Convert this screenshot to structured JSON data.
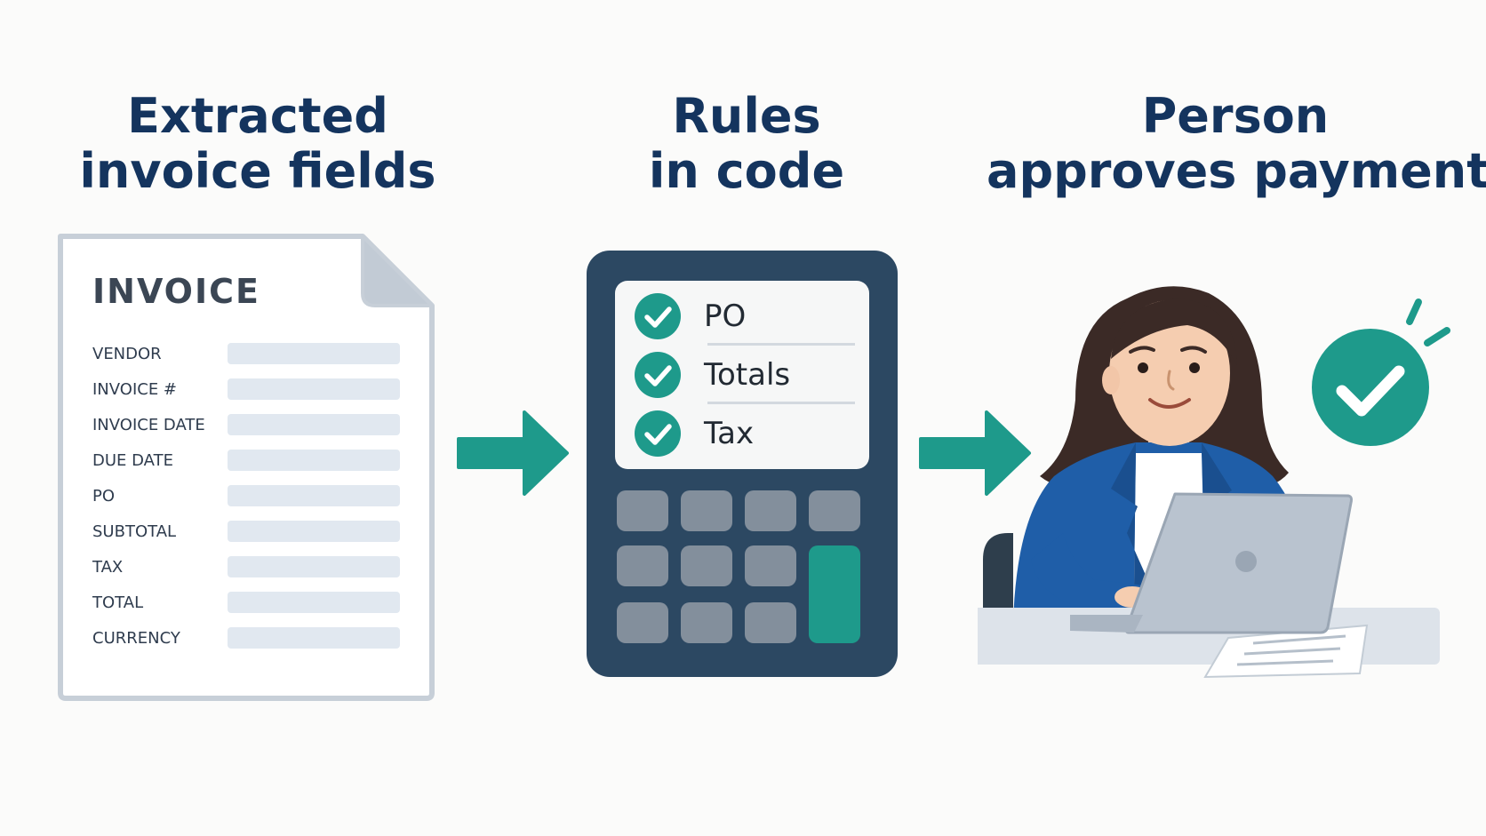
{
  "stages": [
    {
      "title_lines": [
        "Extracted",
        "invoice fields"
      ]
    },
    {
      "title_lines": [
        "Rules",
        "in code"
      ]
    },
    {
      "title_lines": [
        "Person",
        "approves payment"
      ]
    }
  ],
  "invoice": {
    "heading": "INVOICE",
    "fields": [
      "VENDOR",
      "INVOICE #",
      "INVOICE DATE",
      "DUE DATE",
      "PO",
      "SUBTOTAL",
      "TAX",
      "TOTAL",
      "CURRENCY"
    ]
  },
  "rules": {
    "checks": [
      "PO",
      "Totals",
      "Tax"
    ]
  },
  "colors": {
    "title": "#14345e",
    "accent_teal": "#1e9a8b",
    "calculator_body": "#2c4862",
    "key_gray": "#838f9c",
    "field_box": "#e1e8f0",
    "blazer_blue": "#1f5ea8",
    "hair": "#3b2a26"
  },
  "icons": [
    "document-icon",
    "arrow-right-icon",
    "calculator-icon",
    "checkmark-icon",
    "person-illustration",
    "laptop-icon",
    "approval-check-icon"
  ]
}
